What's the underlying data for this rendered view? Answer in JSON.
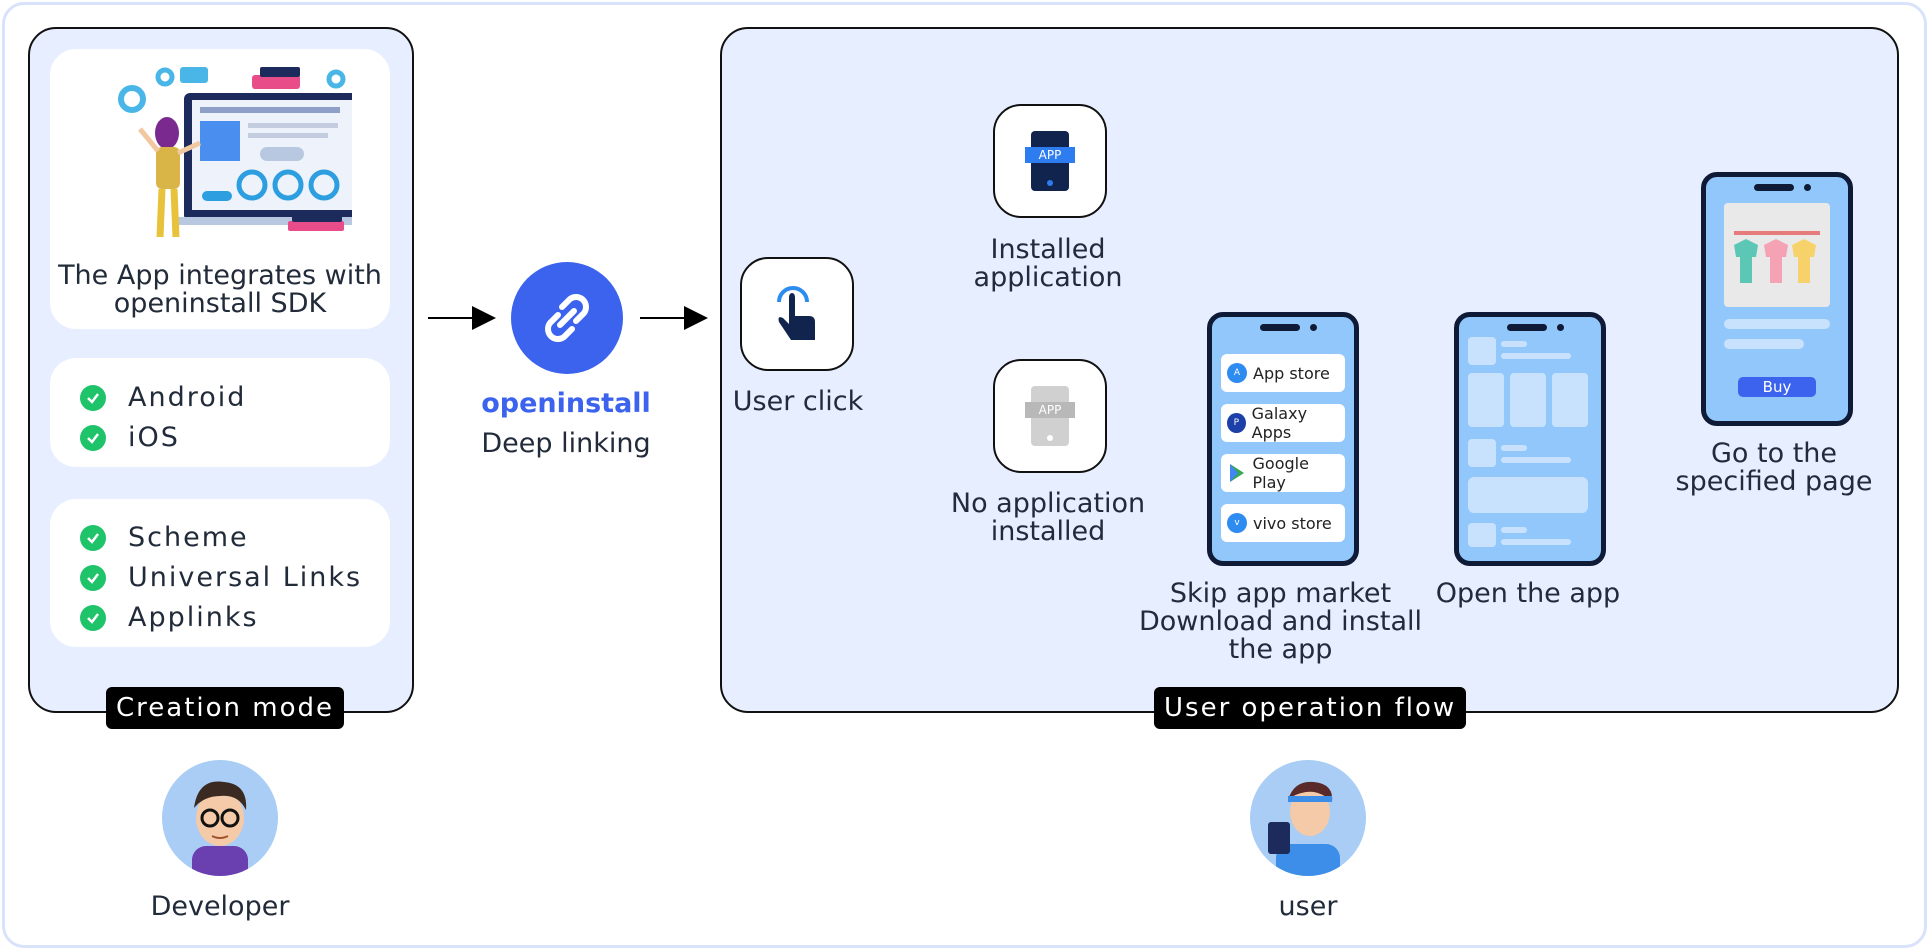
{
  "developer_panel": {
    "sdk_card": {
      "line1": "The App integrates with",
      "line2": "openinstall SDK"
    },
    "platforms": [
      "Android",
      "iOS"
    ],
    "link_types": [
      "Scheme",
      "Universal Links",
      "Applinks"
    ],
    "tag": "Creation mode"
  },
  "center": {
    "brand": "openinstall",
    "subtitle": "Deep linking"
  },
  "user_panel": {
    "tag": "User operation flow",
    "user_click": "User click",
    "installed": {
      "line1": "Installed",
      "line2": "application"
    },
    "not_installed": {
      "line1": "No application",
      "line2": "installed"
    },
    "app_badge": "APP",
    "markets": [
      "App store",
      "Galaxy Apps",
      "Google Play",
      "vivo store"
    ],
    "market_caption": {
      "line1": "Skip app market",
      "line2": "Download and install",
      "line3": "the app"
    },
    "open_app": "Open the app",
    "buy_button": "Buy",
    "goto": {
      "line1": "Go to the",
      "line2": "specified page"
    }
  },
  "personas": {
    "developer": "Developer",
    "user": "user"
  },
  "colors": {
    "accent": "#3c63ee",
    "panel_bg": "#e6eeff",
    "check": "#1fc36a",
    "phone_screen": "#92c7fb"
  }
}
